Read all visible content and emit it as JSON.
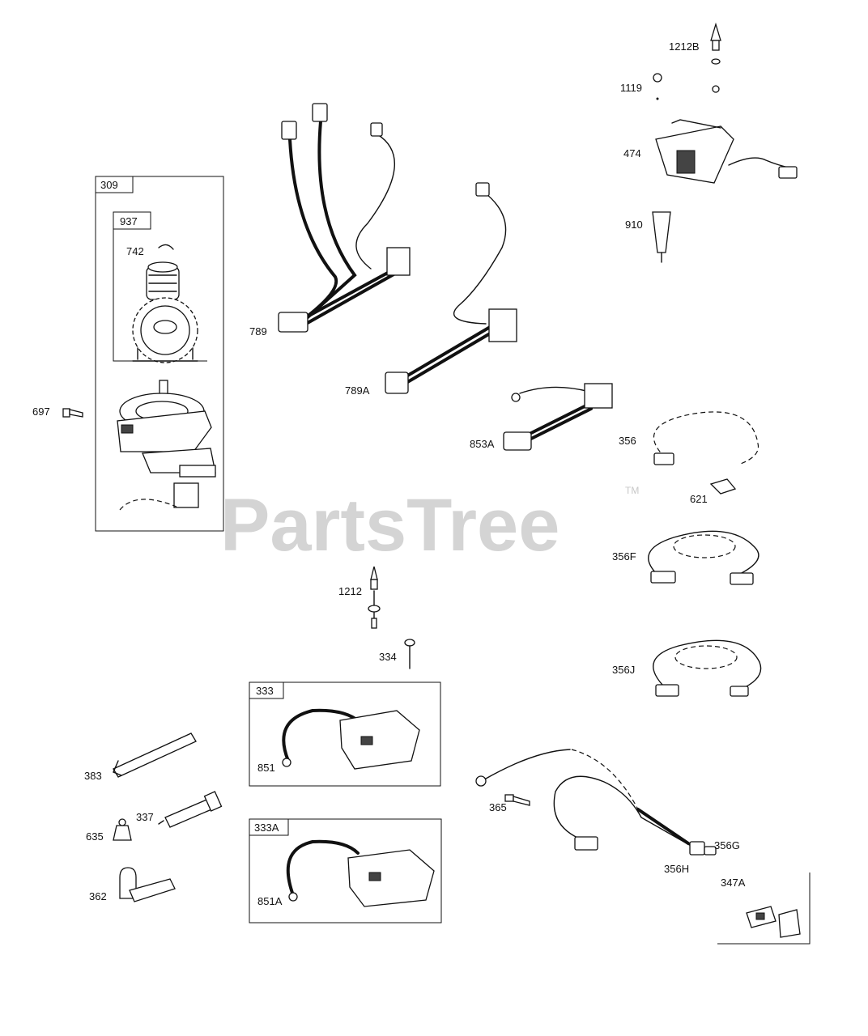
{
  "watermark": {
    "brand": "PartsTree",
    "trademark": "TM"
  },
  "groups": {
    "g309": "309",
    "g937": "937",
    "g333": "333",
    "g333a": "333A"
  },
  "labels": {
    "p1212b": "1212B",
    "p1119": "1119",
    "p474": "474",
    "p910": "910",
    "p742": "742",
    "p789": "789",
    "p789a": "789A",
    "p697": "697",
    "p853a": "853A",
    "p356": "356",
    "p621": "621",
    "p356f": "356F",
    "p1212": "1212",
    "p334": "334",
    "p356j": "356J",
    "p851": "851",
    "p383": "383",
    "p337": "337",
    "p635": "635",
    "p365": "365",
    "p356g": "356G",
    "p356h": "356H",
    "p347a": "347A",
    "p362": "362",
    "p851a": "851A"
  }
}
